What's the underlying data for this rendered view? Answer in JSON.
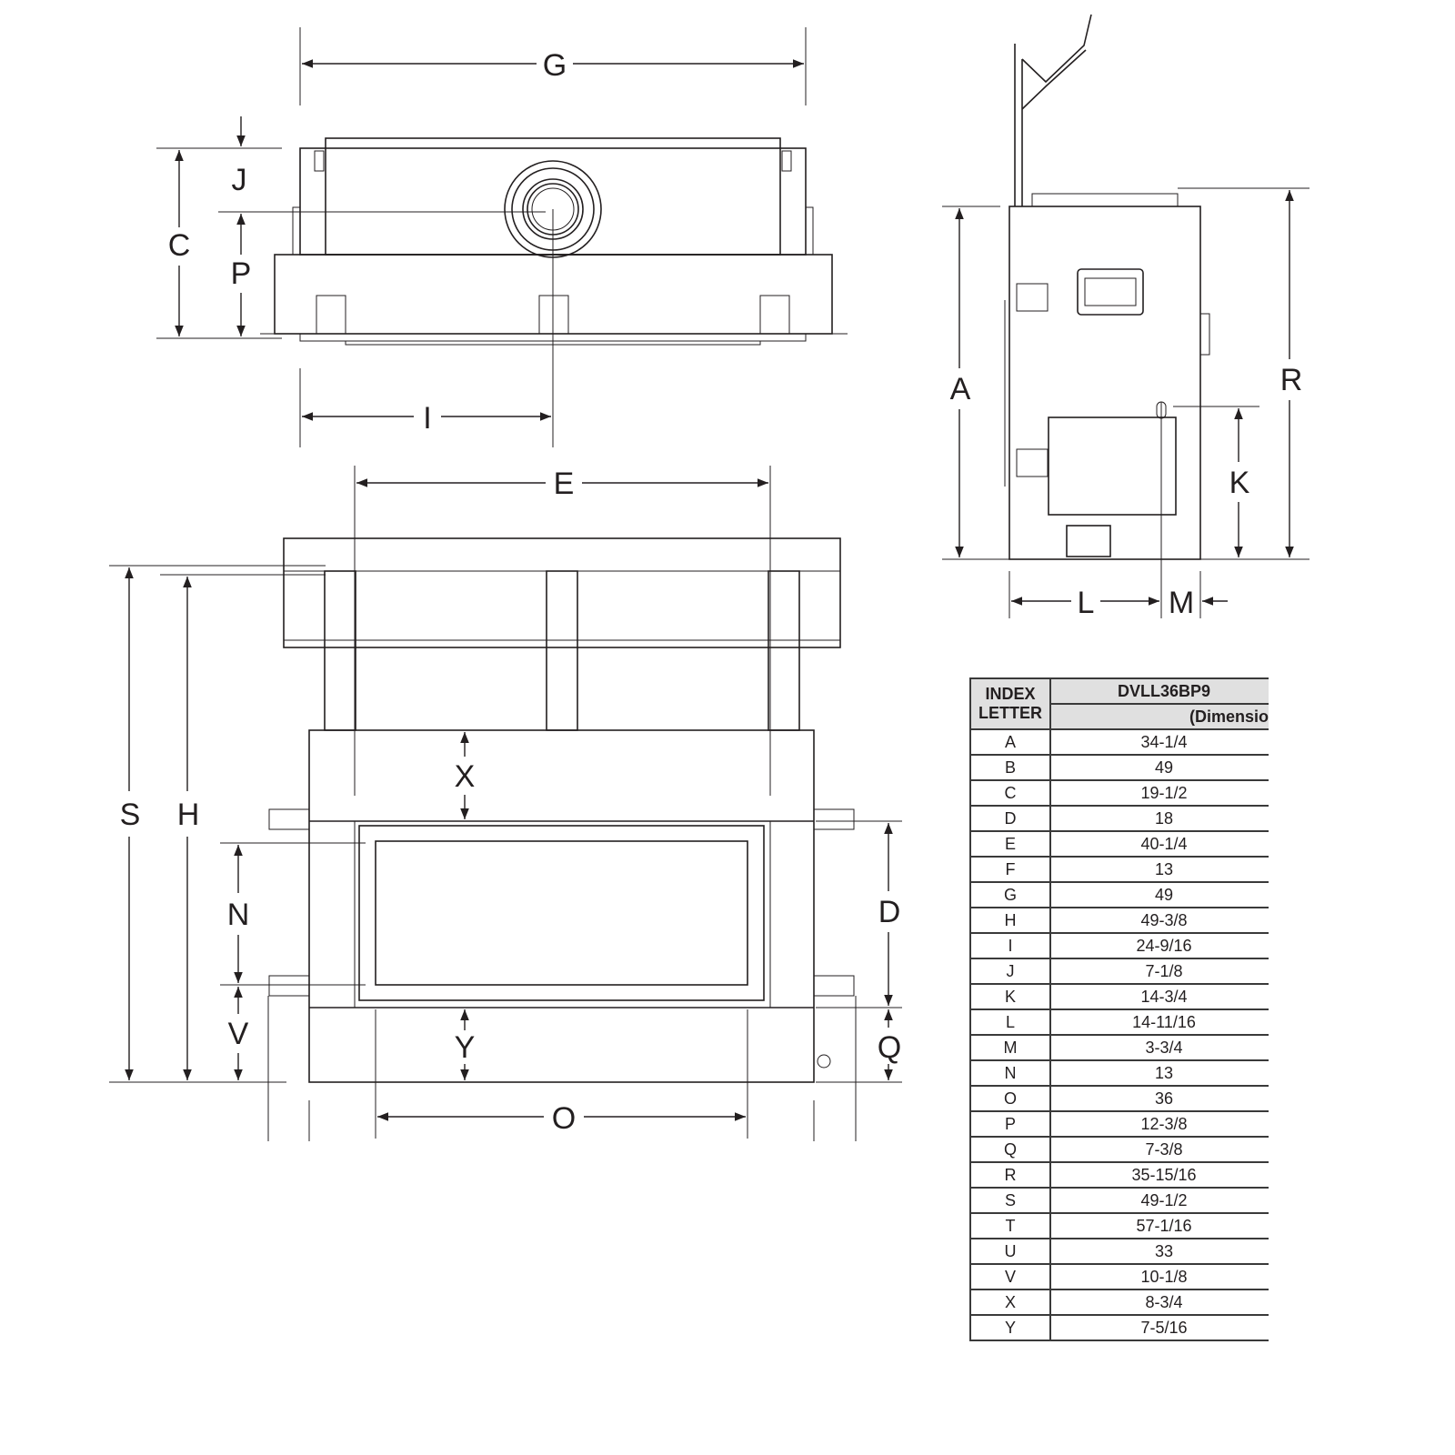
{
  "dimension_labels": {
    "G": "G",
    "J": "J",
    "C": "C",
    "P": "P",
    "I": "I",
    "E": "E",
    "S": "S",
    "H": "H",
    "N": "N",
    "V": "V",
    "X": "X",
    "Y": "Y",
    "D": "D",
    "Q": "Q",
    "O": "O",
    "A": "A",
    "R": "R",
    "K": "K",
    "L": "L",
    "M": "M"
  },
  "table": {
    "header_index": "INDEX LETTER",
    "header_index_line1": "INDEX",
    "header_index_line2": "LETTER",
    "header_model": "DVLL36BP9",
    "header_units": "(Dimensions",
    "rows": [
      {
        "letter": "A",
        "value": "34-1/4"
      },
      {
        "letter": "B",
        "value": "49"
      },
      {
        "letter": "C",
        "value": "19-1/2"
      },
      {
        "letter": "D",
        "value": "18"
      },
      {
        "letter": "E",
        "value": "40-1/4"
      },
      {
        "letter": "F",
        "value": "13"
      },
      {
        "letter": "G",
        "value": "49"
      },
      {
        "letter": "H",
        "value": "49-3/8"
      },
      {
        "letter": "I",
        "value": "24-9/16"
      },
      {
        "letter": "J",
        "value": "7-1/8"
      },
      {
        "letter": "K",
        "value": "14-3/4"
      },
      {
        "letter": "L",
        "value": "14-11/16"
      },
      {
        "letter": "M",
        "value": "3-3/4"
      },
      {
        "letter": "N",
        "value": "13"
      },
      {
        "letter": "O",
        "value": "36"
      },
      {
        "letter": "P",
        "value": "12-3/8"
      },
      {
        "letter": "Q",
        "value": "7-3/8"
      },
      {
        "letter": "R",
        "value": "35-15/16"
      },
      {
        "letter": "S",
        "value": "49-1/2"
      },
      {
        "letter": "T",
        "value": "57-1/16"
      },
      {
        "letter": "U",
        "value": "33"
      },
      {
        "letter": "V",
        "value": "10-1/8"
      },
      {
        "letter": "X",
        "value": "8-3/4"
      },
      {
        "letter": "Y",
        "value": "7-5/16"
      }
    ]
  }
}
